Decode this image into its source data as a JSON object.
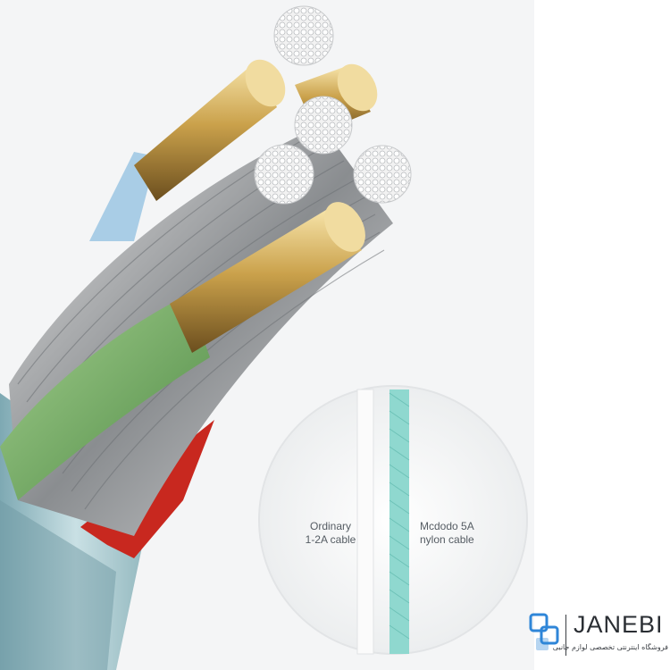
{
  "comparison": {
    "left_label_line1": "Ordinary",
    "left_label_line2": "1-2A  cable",
    "right_label_line1": "Mcdodo 5A",
    "right_label_line2": "nylon cable"
  },
  "brand": {
    "name": "JANEBI",
    "tagline": "فروشگاه اینترنتی تخصصی لوازم جانبی",
    "logo_color": "#2f86d8"
  },
  "colors": {
    "background": "#f4f5f6",
    "gold_conductor": "#d8b25a",
    "green_insulation": "#7bb069",
    "red_insulation": "#c8281f",
    "blue_insulation": "#a9cde6",
    "outer_jacket": "#a7c6cc",
    "nylon_braid": "#8fd8cf"
  }
}
